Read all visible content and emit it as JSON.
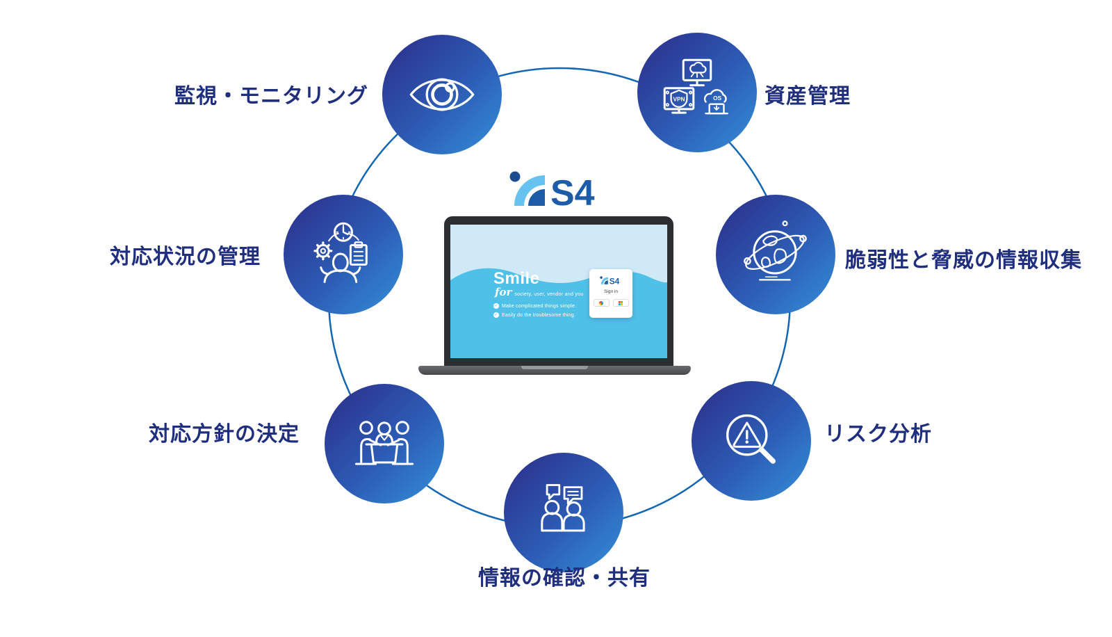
{
  "brand": {
    "logo_text": "S4"
  },
  "diagram": {
    "colors": {
      "node_gradient_start": "#2b2c88",
      "node_gradient_end": "#3390d8",
      "ring": "#1266b3",
      "label_text": "#202e7e"
    },
    "nodes": [
      {
        "label": "監視・モニタリング",
        "icon": "eye-icon"
      },
      {
        "label": "資産管理",
        "icon": "devices-icon",
        "badges": {
          "vpn": "VPN",
          "os": "OS"
        }
      },
      {
        "label": "脆弱性と脅威の情報収集",
        "icon": "globe-network-icon"
      },
      {
        "label": "リスク分析",
        "icon": "magnifier-warning-icon"
      },
      {
        "label": "情報の確認・共有",
        "icon": "discussion-icon"
      },
      {
        "label": "対応方針の決定",
        "icon": "meeting-icon"
      },
      {
        "label": "対応状況の管理",
        "icon": "task-management-icon"
      }
    ]
  },
  "laptop": {
    "headline": "Smile",
    "headline_script": "for",
    "tagline": "society, user, vendor and you",
    "bullets": [
      {
        "check": "✓",
        "text": "Make complicated things simple."
      },
      {
        "check": "✓",
        "text": "Easily do the troublesome thing."
      }
    ],
    "signin": {
      "logo_text": "S4",
      "title": "Sign in"
    }
  }
}
